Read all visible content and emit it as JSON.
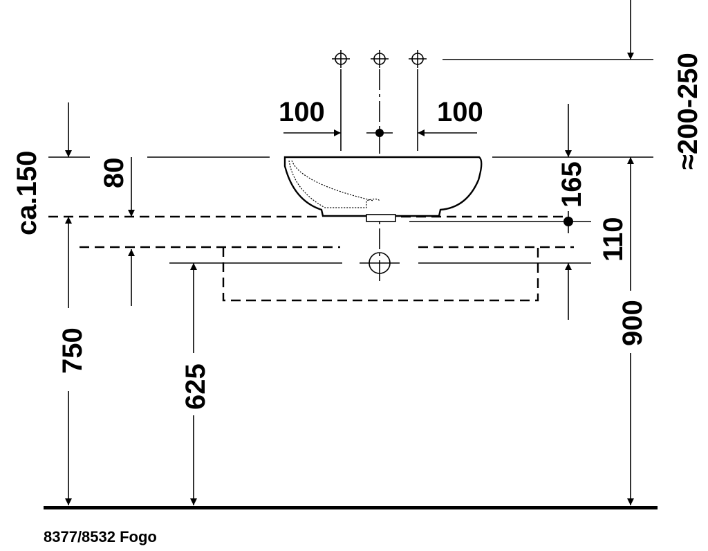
{
  "drawing": {
    "caption": "8377/8532 Fogo",
    "dimensions": {
      "tap_spacing_left": "100",
      "tap_spacing_right": "100",
      "basin_height": "ca.150",
      "rim_to_top": "80",
      "tap_height": "≈200-250",
      "waste_offset": "165",
      "waste_drop": "110",
      "countertop_height": "750",
      "cabinet_height": "625",
      "rim_height": "900"
    }
  }
}
